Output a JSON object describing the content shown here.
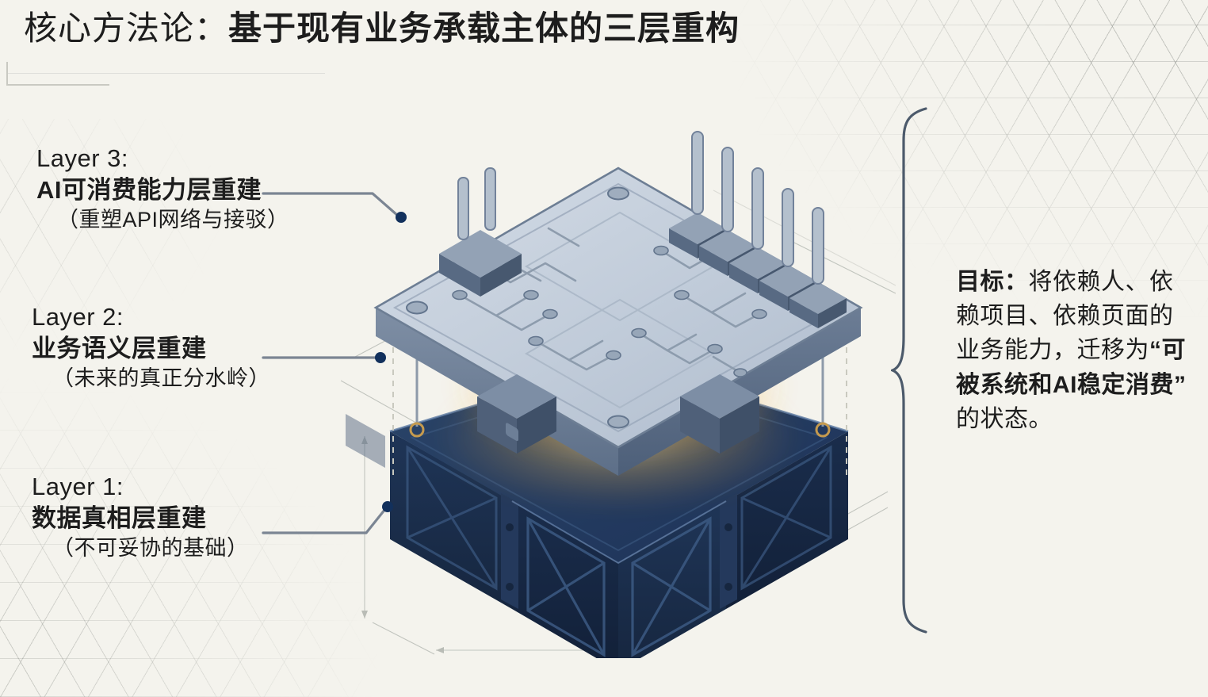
{
  "slide": {
    "title_prefix": "核心方法论：",
    "title_main": "基于现有业务承载主体的三层重构",
    "background_color": "#f4f3ed",
    "accent_colors": {
      "layer3_board": "#c3cdd8",
      "layer3_board_edge": "#5a6c84",
      "layer2_lattice": "#e8a035",
      "layer2_glow": "#ffd36a",
      "layer1_crate": "#1b3055",
      "leader_line": "#7b8593",
      "leader_dot": "#12305c"
    }
  },
  "layers": [
    {
      "id": "layer3",
      "kicker": "Layer 3:",
      "main": "AI可消费能力层重建",
      "sub": "（重塑API网络与接驳）"
    },
    {
      "id": "layer2",
      "kicker": "Layer 2:",
      "main": "业务语义层重建",
      "sub": "（未来的真正分水岭）"
    },
    {
      "id": "layer1",
      "kicker": "Layer 1:",
      "main": "数据真相层重建",
      "sub": "（不可妥协的基础）"
    }
  ],
  "goal": {
    "label": "目标：",
    "part1": "将依赖人、依赖项目、依赖页面的业务能力，迁移为",
    "quote": "“可被系统和AI稳定消费”",
    "part2": "的状态。",
    "full_text": "目标：将依赖人、依赖项目、依赖页面的业务能力，迁移为“可被系统和AI稳定消费”的状态。"
  },
  "illustration": {
    "name": "exploded-isometric-three-layer-stack",
    "description": "三层分解等轴测图：上层灰蓝电路板（带引脚与走线），中层橙色发光晶格网格，底层深蓝色箱体基座",
    "layer_top": "circuit-board-plate",
    "layer_middle": "glowing-orange-lattice",
    "layer_bottom": "navy-crate-foundation"
  }
}
